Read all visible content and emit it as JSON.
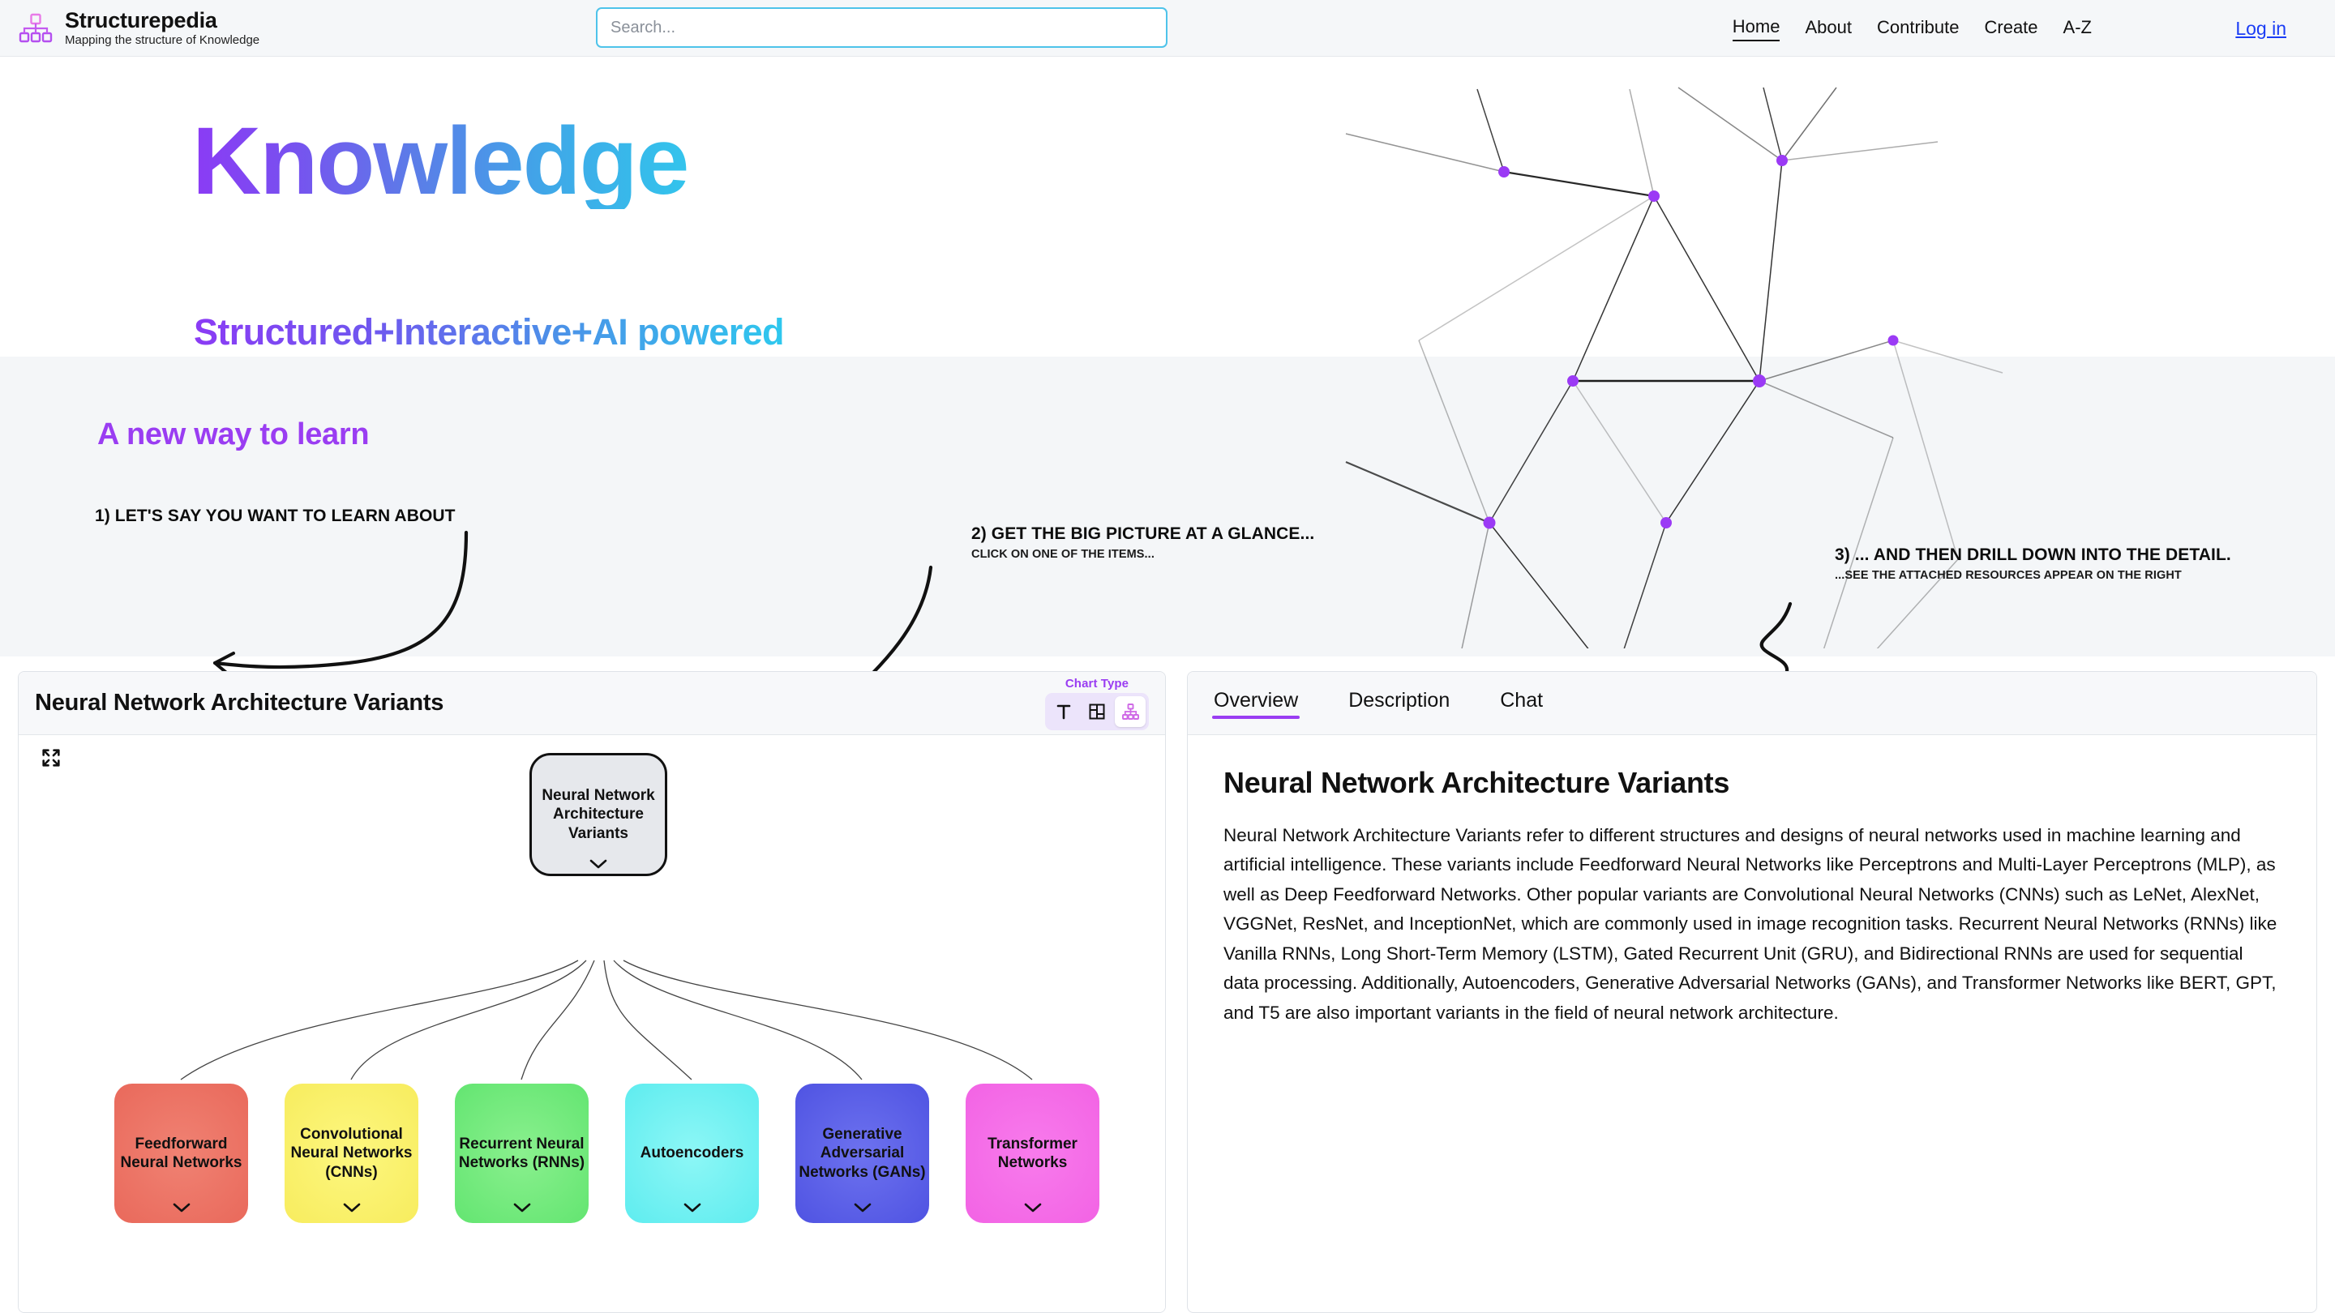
{
  "header": {
    "brand_title": "Structurepedia",
    "brand_subtitle": "Mapping the structure of Knowledge",
    "logo_icon": "hierarchy-icon",
    "search_placeholder": "Search...",
    "search_value": "",
    "nav": [
      {
        "label": "Home",
        "active": true
      },
      {
        "label": "About",
        "active": false
      },
      {
        "label": "Contribute",
        "active": false
      },
      {
        "label": "Create",
        "active": false
      },
      {
        "label": "A-Z",
        "active": false
      }
    ],
    "login_label": "Log in"
  },
  "hero": {
    "title": "Knowledge",
    "subtitle": "Structured+Interactive+AI powered",
    "gradient_start": "#8b3bf5",
    "gradient_end": "#33c4ec"
  },
  "band": {
    "title": "A new way to learn",
    "title_color": "#9a3df2",
    "steps": [
      {
        "heading": "1) LET'S SAY YOU WANT TO LEARN ABOUT",
        "sub": ""
      },
      {
        "heading": "2) GET THE BIG PICTURE AT A GLANCE...",
        "sub": "CLICK ON ONE OF THE ITEMS..."
      },
      {
        "heading": "3) ... AND THEN DRILL DOWN INTO THE DETAIL.",
        "sub": "...SEE THE ATTACHED RESOURCES APPEAR ON THE RIGHT"
      }
    ]
  },
  "chart_panel": {
    "title": "Neural Network Architecture Variants",
    "chart_type_label": "Chart Type",
    "chart_type_options": [
      {
        "name": "text-view",
        "icon": "text-icon",
        "active": false
      },
      {
        "name": "grid-view",
        "icon": "layout-grid-icon",
        "active": false
      },
      {
        "name": "tree-view",
        "icon": "hierarchy-icon",
        "active": true
      }
    ],
    "expand_icon": "expand-arrows-icon",
    "accent": "#9a3df2"
  },
  "chart_data": {
    "type": "tree",
    "title": "Neural Network Architecture Variants",
    "root": {
      "label": "Neural Network Architecture Variants",
      "color": "#e6e8ec",
      "expandable": true
    },
    "children": [
      {
        "label": "Feedforward Neural Networks",
        "color": "#ef6f60",
        "expandable": true
      },
      {
        "label": "Convolutional Neural Networks (CNNs)",
        "color": "#faf06a",
        "expandable": true
      },
      {
        "label": "Recurrent Neural Networks (RNNs)",
        "color": "#72e87d",
        "expandable": true
      },
      {
        "label": "Autoencoders",
        "color": "#72eff0",
        "expandable": true
      },
      {
        "label": "Generative Adversarial Networks (GANs)",
        "color": "#5b5fe8",
        "expandable": true
      },
      {
        "label": "Transformer Networks",
        "color": "#f46ce8",
        "expandable": true
      }
    ]
  },
  "detail_panel": {
    "tabs": [
      {
        "label": "Overview",
        "active": true
      },
      {
        "label": "Description",
        "active": false
      },
      {
        "label": "Chat",
        "active": false
      }
    ],
    "title": "Neural Network Architecture Variants",
    "paragraph": "Neural Network Architecture Variants refer to different structures and designs of neural networks used in machine learning and artificial intelligence. These variants include Feedforward Neural Networks like Perceptrons and Multi-Layer Perceptrons (MLP), as well as Deep Feedforward Networks. Other popular variants are Convolutional Neural Networks (CNNs) such as LeNet, AlexNet, VGGNet, ResNet, and InceptionNet, which are commonly used in image recognition tasks. Recurrent Neural Networks (RNNs) like Vanilla RNNs, Long Short-Term Memory (LSTM), Gated Recurrent Unit (GRU), and Bidirectional RNNs are used for sequential data processing. Additionally, Autoencoders, Generative Adversarial Networks (GANs), and Transformer Networks like BERT, GPT, and T5 are also important variants in the field of neural network architecture."
  }
}
